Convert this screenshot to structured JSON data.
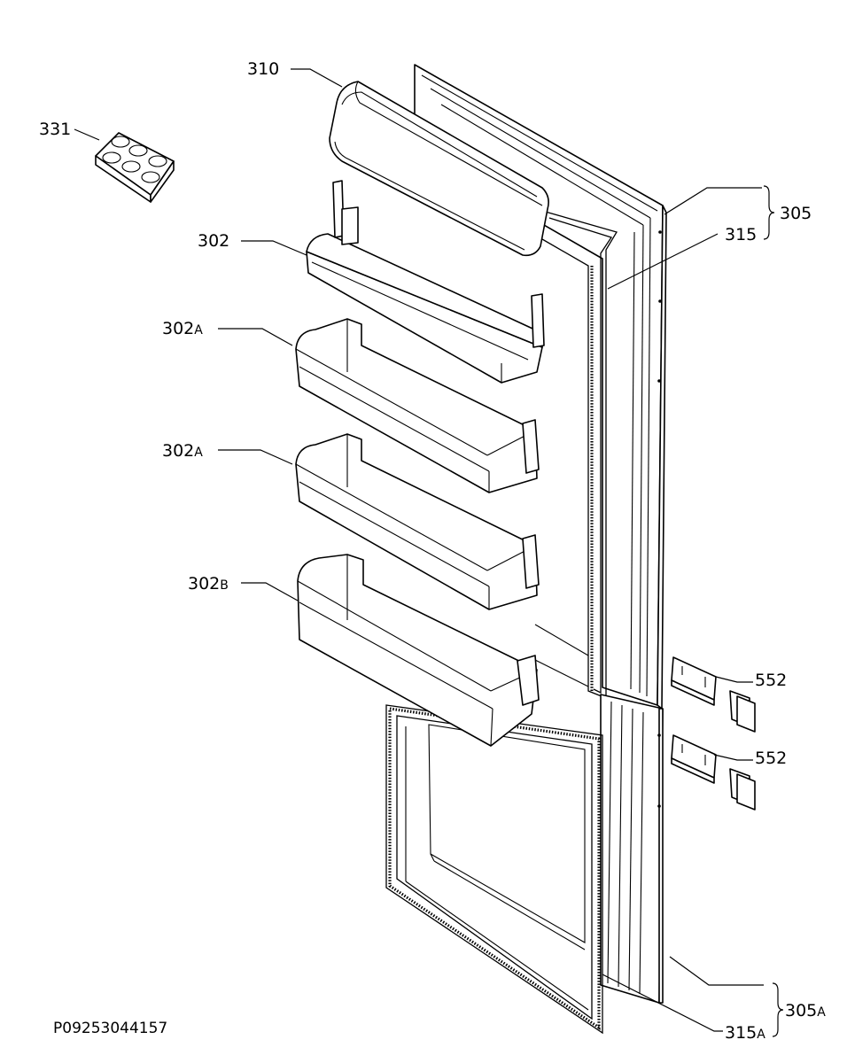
{
  "diagram": {
    "parts": [
      {
        "id": "p331",
        "number": "331",
        "suffix": ""
      },
      {
        "id": "p310",
        "number": "310",
        "suffix": ""
      },
      {
        "id": "p302",
        "number": "302",
        "suffix": ""
      },
      {
        "id": "p302a1",
        "number": "302",
        "suffix": "A"
      },
      {
        "id": "p302a2",
        "number": "302",
        "suffix": "A"
      },
      {
        "id": "p302b",
        "number": "302",
        "suffix": "B"
      },
      {
        "id": "p305",
        "number": "305",
        "suffix": ""
      },
      {
        "id": "p315",
        "number": "315",
        "suffix": ""
      },
      {
        "id": "p552a",
        "number": "552",
        "suffix": ""
      },
      {
        "id": "p552b",
        "number": "552",
        "suffix": ""
      },
      {
        "id": "p305a",
        "number": "305",
        "suffix": "A"
      },
      {
        "id": "p315a",
        "number": "315",
        "suffix": "A"
      }
    ],
    "drawing_code": "P09253044157"
  }
}
